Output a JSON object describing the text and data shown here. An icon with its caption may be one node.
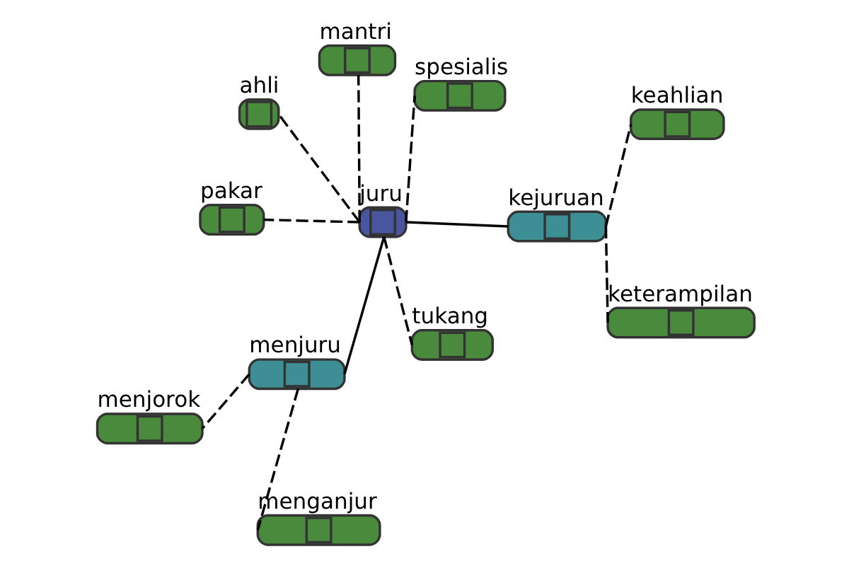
{
  "diagram": {
    "nodes": [
      {
        "text": [
          "menjorok"
        ]
      },
      {
        "text": [
          "menganjur"
        ]
      },
      {
        "text": [
          "menjuru"
        ]
      },
      {
        "text": [
          "ahli"
        ]
      },
      {
        "text": [
          "keahlian"
        ]
      },
      {
        "text": [
          "mantri"
        ]
      },
      {
        "text": [
          "juru"
        ]
      },
      {
        "text": [
          "kejuruan"
        ]
      },
      {
        "text": [
          "keterampilan"
        ]
      },
      {
        "text": [
          "tukang"
        ]
      },
      {
        "text": [
          "spesialis"
        ]
      },
      {
        "text": [
          "pakar"
        ]
      }
    ],
    "edges": [
      {
        "from": 6,
        "to": 2,
        "arrow": "none"
      },
      {
        "from": 6,
        "to": 7,
        "arrow": "none"
      },
      {
        "from": 2,
        "to": 0,
        "arrow": "none",
        "style": "dashed"
      },
      {
        "from": 2,
        "to": 1,
        "arrow": "none",
        "style": "dashed"
      },
      {
        "from": 6,
        "to": 3,
        "arrow": "none",
        "style": "dashed"
      },
      {
        "from": 6,
        "to": 5,
        "arrow": "none",
        "style": "dashed"
      },
      {
        "from": 6,
        "to": 10,
        "arrow": "none",
        "style": "dashed"
      },
      {
        "from": 6,
        "to": 11,
        "arrow": "none",
        "style": "dashed"
      },
      {
        "from": 6,
        "to": 9,
        "arrow": "none",
        "style": "dashed"
      },
      {
        "from": 7,
        "to": 4,
        "arrow": "none",
        "style": "dashed"
      },
      {
        "from": 7,
        "to": 8,
        "arrow": "none",
        "style": "dashed"
      }
    ]
  }
}
